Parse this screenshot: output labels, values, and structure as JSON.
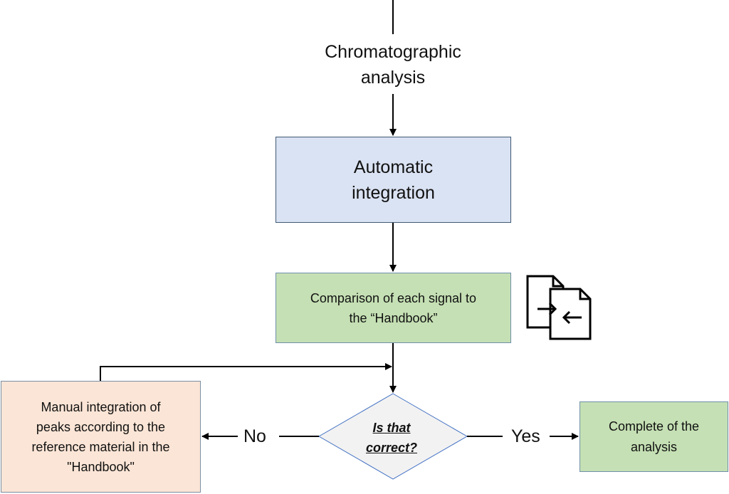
{
  "start": {
    "lines": [
      "Chromatographic",
      "analysis"
    ]
  },
  "automatic": {
    "lines": [
      "Automatic",
      "integration"
    ]
  },
  "comparison": {
    "lines": [
      "Comparison of each signal to",
      "the “Handbook”"
    ],
    "icon": "compare-documents-icon"
  },
  "decision": {
    "lines": [
      "Is that",
      "correct?"
    ]
  },
  "no_label": "No",
  "yes_label": "Yes",
  "manual": {
    "lines": [
      "Manual integration of",
      "peaks according to the",
      "reference material in the",
      "\"Handbook\""
    ]
  },
  "complete": {
    "lines": [
      "Complete of the",
      "analysis"
    ]
  },
  "colors": {
    "automatic_fill": "#dae3f3",
    "comparison_fill": "#c5e0b4",
    "manual_fill": "#fbe5d6",
    "complete_fill": "#c5e0b4",
    "decision_fill": "#f2f2f2",
    "decision_border": "#4472c4"
  }
}
